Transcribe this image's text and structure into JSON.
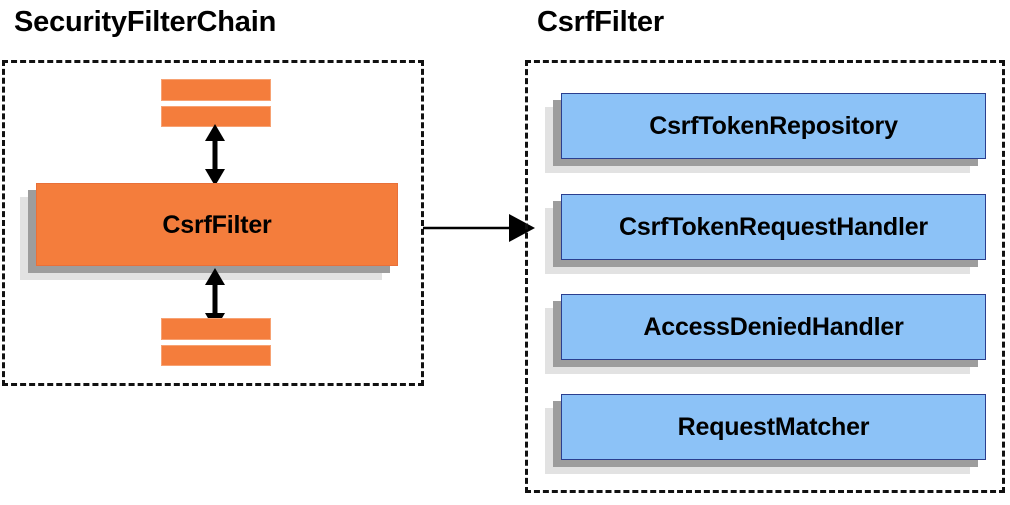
{
  "diagram": {
    "title_left": "SecurityFilterChain",
    "title_right": "CsrfFilter",
    "colors": {
      "component_blue": "#8cc2f7",
      "component_blue_border": "#2b3f8f",
      "filter_orange": "#f47d3c",
      "filter_orange_border": "#f7a273",
      "shadow_near": "#9d9d9d",
      "shadow_far": "#e2e2e2",
      "outline_dashed": "#111111",
      "arrow": "#000000",
      "background": "#ffffff"
    }
  },
  "left_panel": {
    "title": "SecurityFilterChain",
    "filters_above": [
      {
        "label": ""
      },
      {
        "label": ""
      }
    ],
    "focused_filter": {
      "label": "CsrfFilter"
    },
    "filters_below": [
      {
        "label": ""
      },
      {
        "label": ""
      }
    ],
    "connector_above": "double-headed-vertical-arrow",
    "connector_below": "double-headed-vertical-arrow"
  },
  "connector": {
    "type": "arrow-right",
    "from": "CsrfFilter",
    "to": "CsrfFilter collaborators"
  },
  "right_panel": {
    "title": "CsrfFilter",
    "components": [
      {
        "label": "CsrfTokenRepository"
      },
      {
        "label": "CsrfTokenRequestHandler"
      },
      {
        "label": "AccessDeniedHandler"
      },
      {
        "label": "RequestMatcher"
      }
    ]
  }
}
